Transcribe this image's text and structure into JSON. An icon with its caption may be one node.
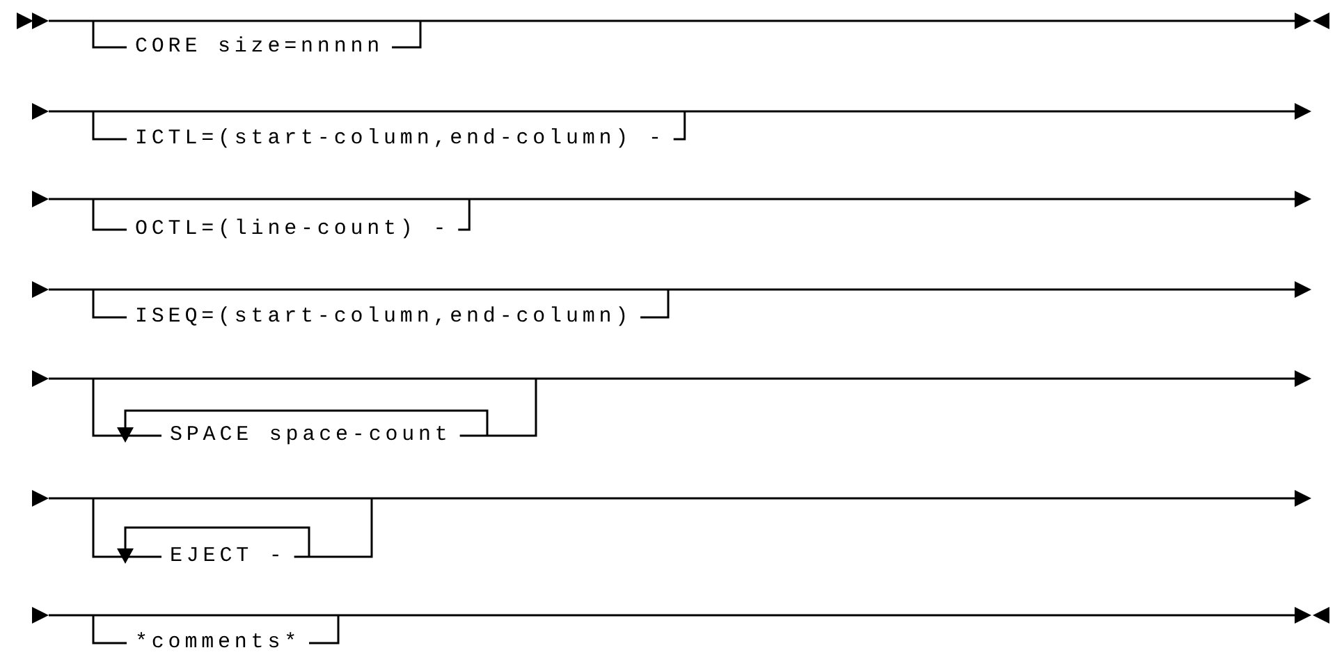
{
  "diagram": {
    "labels": [
      "CORE size=nnnnn",
      "ICTL=(start-column,end-column) -",
      "OCTL=(line-count) -",
      "ISEQ=(start-column,end-column)",
      "SPACE space-count",
      "EJECT -",
      "*comments*"
    ]
  }
}
